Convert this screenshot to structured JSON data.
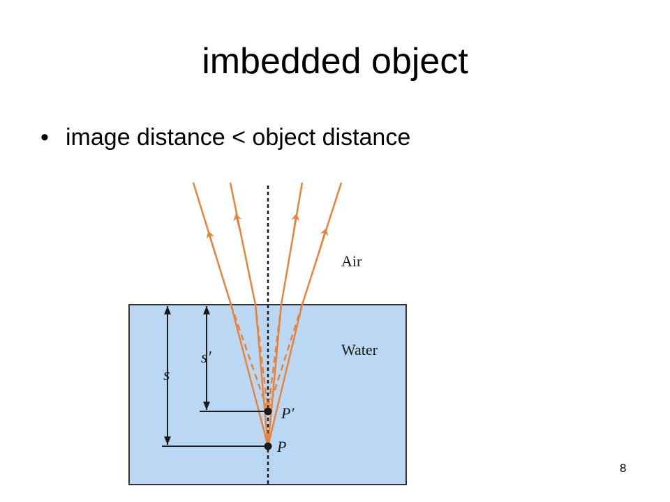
{
  "slide": {
    "title": "imbedded object",
    "bullet_symbol": "•",
    "bullet_text": "image distance < object distance",
    "page_number": "8"
  },
  "diagram": {
    "labels": {
      "air": "Air",
      "water": "Water",
      "object_distance": "s",
      "image_distance": "s′",
      "image_point": "P′",
      "object_point": "P"
    },
    "colors": {
      "water_fill": "#bad7f3",
      "water_border": "#333333",
      "ray": "#e8833a",
      "line": "#1a1a1a"
    }
  }
}
